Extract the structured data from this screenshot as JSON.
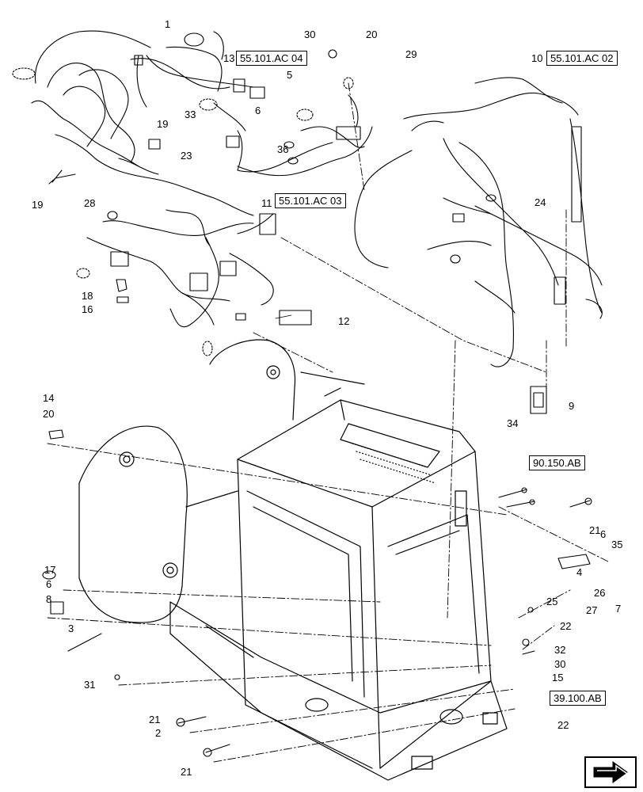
{
  "diagram": {
    "callouts": [
      "1",
      "13",
      "5",
      "6",
      "19",
      "33",
      "23",
      "36",
      "30",
      "20",
      "29",
      "10",
      "28",
      "11",
      "24",
      "18",
      "16",
      "12",
      "9",
      "34",
      "14",
      "20",
      "17",
      "6",
      "8",
      "3",
      "31",
      "21",
      "2",
      "21",
      "21",
      "6",
      "35",
      "4",
      "25",
      "27",
      "7",
      "26",
      "22",
      "32",
      "30",
      "15",
      "22",
      "19"
    ],
    "references": [
      "55.101.AC 04",
      "55.101.AC 02",
      "55.101.AC 03",
      "90.150.AB",
      "39.100.AB"
    ],
    "nav_icon": "next-page-arrow-icon"
  }
}
